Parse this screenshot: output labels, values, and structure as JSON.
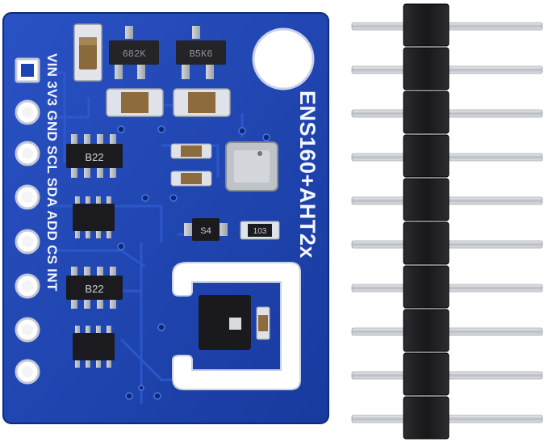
{
  "board": {
    "title": "ENS160+AHT2x",
    "pin_labels": "VIN 3V3 GND SCL SDA ADD CS INT",
    "pins": [
      "VIN",
      "3V3",
      "GND",
      "SCL",
      "SDA",
      "ADD",
      "CS",
      "INT"
    ],
    "components": {
      "transistor_1": "682K",
      "transistor_2": "B5K6",
      "resistor_array_1": "B22",
      "resistor_array_2": "B22",
      "diode": "S4",
      "resistor_103": "103"
    },
    "colors": {
      "pcb": "#1d44b6",
      "pcb_edge": "#ffffff",
      "header_plastic": "#1f1f23",
      "header_pin": "#c9cdd2"
    }
  },
  "header": {
    "pin_count": 10
  }
}
